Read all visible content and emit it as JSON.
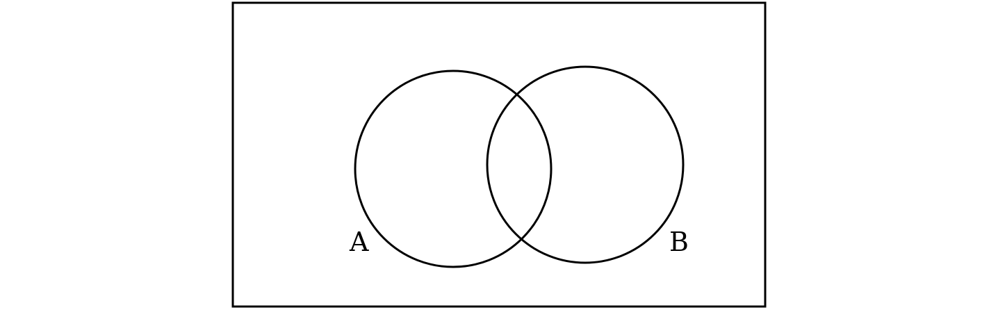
{
  "diagram": {
    "type": "venn",
    "sets": [
      {
        "id": "A",
        "label": "A"
      },
      {
        "id": "B",
        "label": "B"
      }
    ],
    "stroke_color": "#000000",
    "background_color": "#ffffff"
  }
}
